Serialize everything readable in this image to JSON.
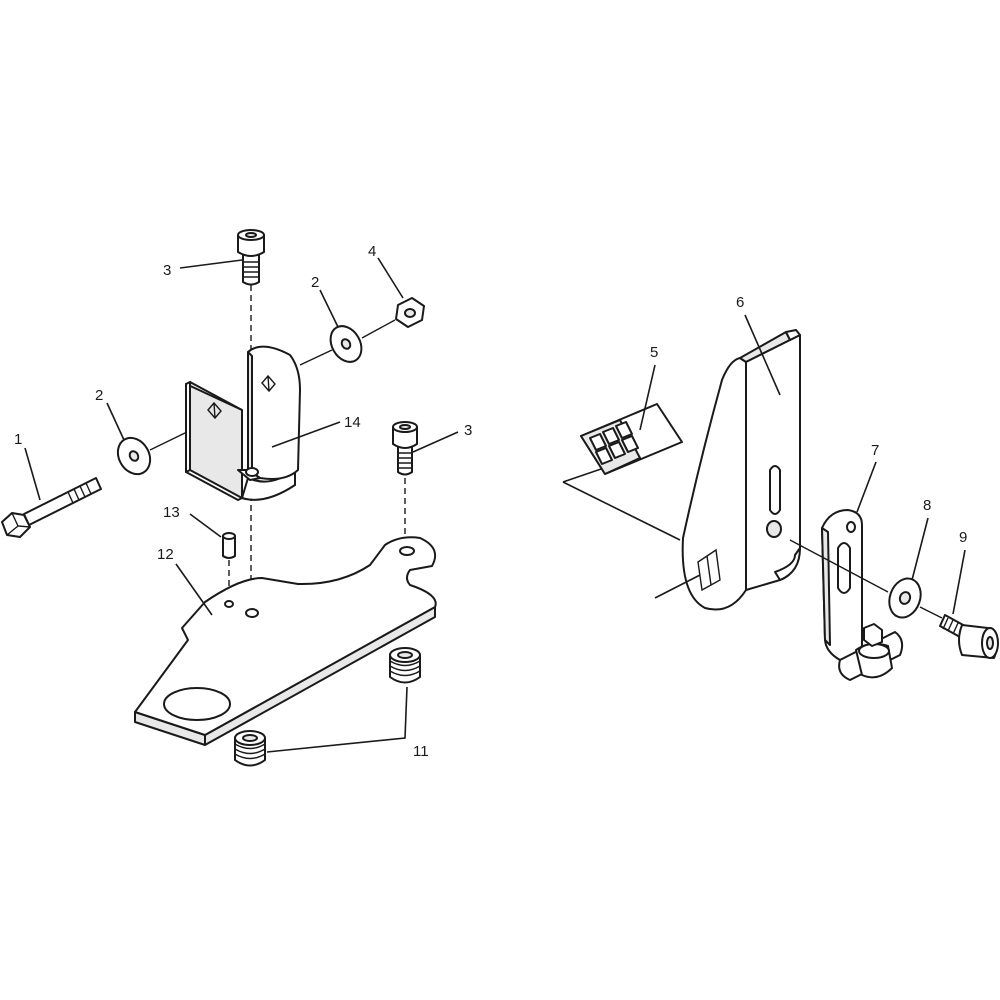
{
  "callouts": {
    "c1": "1",
    "c2a": "2",
    "c2b": "2",
    "c3a": "3",
    "c3b": "3",
    "c4": "4",
    "c5": "5",
    "c6": "6",
    "c7": "7",
    "c8": "8",
    "c9": "9",
    "c11": "11",
    "c12": "12",
    "c13": "13",
    "c14": "14"
  }
}
